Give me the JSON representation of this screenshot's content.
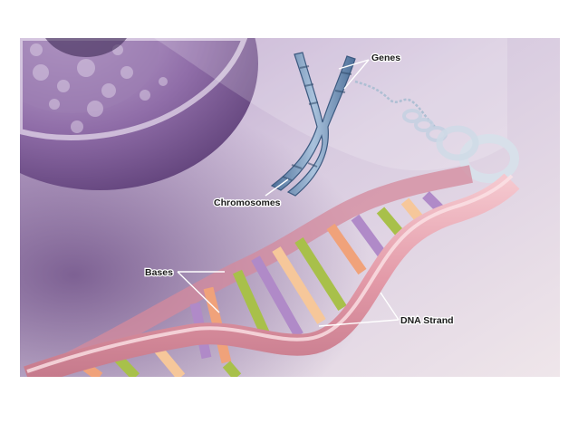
{
  "labels": {
    "genes": "Genes",
    "chromosomes": "Chromosomes",
    "bases": "Bases",
    "dna_strand": "DNA Strand"
  },
  "colors": {
    "background_lavender": "#d9cde0",
    "background_purple": "#8b6a9c",
    "cell_purple": "#7c5a93",
    "chromosome_blue": "#6f8fb3",
    "strand_pink": "#e8aeb8",
    "base_orange": "#f0a27a",
    "base_green": "#a8c04a",
    "base_violet": "#b08ac8",
    "base_peach": "#f6c79a",
    "leader_line": "#ffffff"
  }
}
